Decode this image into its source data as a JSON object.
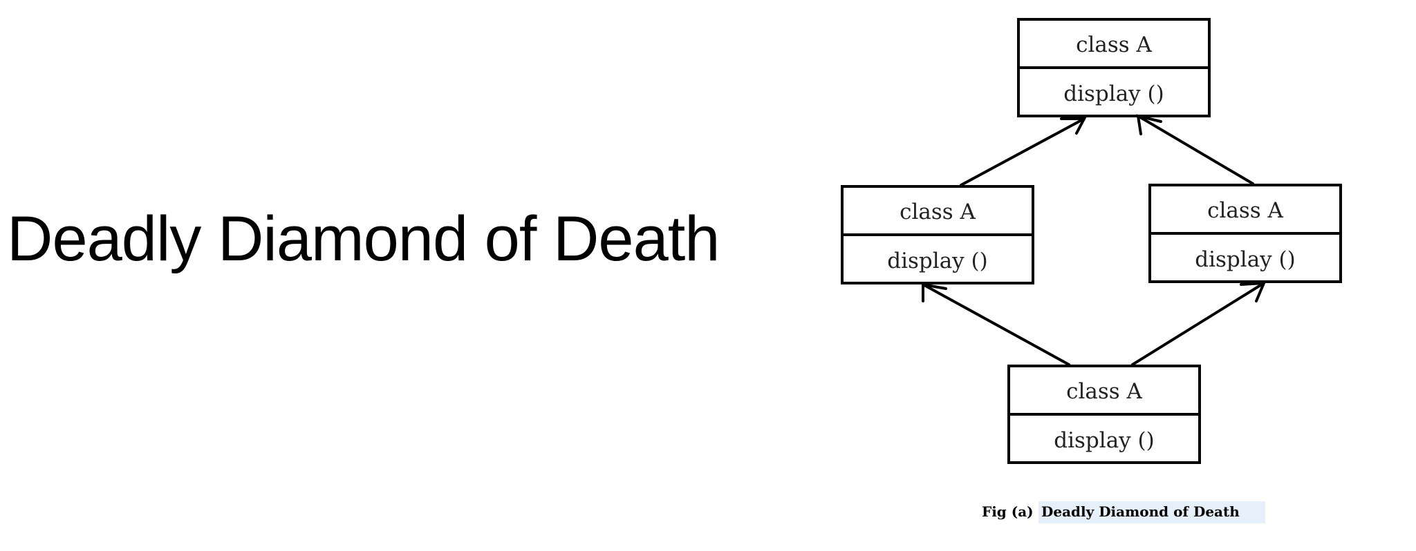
{
  "title": "Deadly Diamond of Death",
  "diagram": {
    "nodes": [
      {
        "id": "top",
        "name": "class A",
        "method": "display ()"
      },
      {
        "id": "left",
        "name": "class A",
        "method": "display ()"
      },
      {
        "id": "right",
        "name": "class A",
        "method": "display ()"
      },
      {
        "id": "bottom",
        "name": "class A",
        "method": "display ()"
      }
    ],
    "edges": [
      {
        "from": "left",
        "to": "top"
      },
      {
        "from": "right",
        "to": "top"
      },
      {
        "from": "bottom",
        "to": "left"
      },
      {
        "from": "bottom",
        "to": "right"
      }
    ],
    "caption": {
      "prefix": "Fig (a)",
      "text": "Deadly Diamond of Death",
      "highlight_color": "#e6f0fb"
    }
  }
}
